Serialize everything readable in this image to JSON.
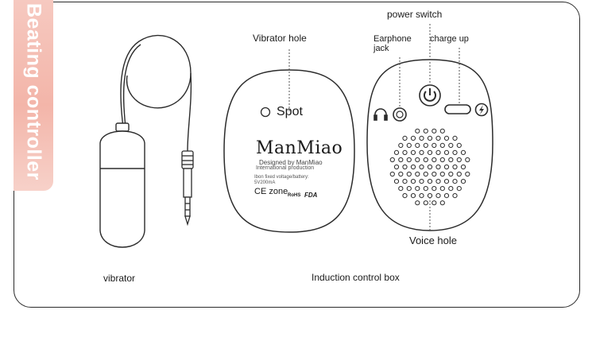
{
  "title": "Beating controller",
  "labels": {
    "power_switch": "power switch",
    "vibrator_hole": "Vibrator hole",
    "earphone_jack_line1": "Earphone",
    "earphone_jack_line2": "jack",
    "charge_up": "charge up",
    "voice_hole": "Voice hole",
    "vibrator": "vibrator",
    "induction_control_box": "Induction control box"
  },
  "front_panel": {
    "spot": "Spot",
    "brand": "ManMiao",
    "designed_by": "Designed by ManMiao",
    "intl_production": "International production",
    "rated_voltage": "Ibon fixed voltage/battery:",
    "voltage_value": "5V200mA",
    "ce_zone": "CE zone",
    "cert_rohs": "RoHS",
    "cert_fda": "FDA"
  },
  "colors": {
    "tag_background": "#f3b5a9",
    "tag_text": "#ffffff",
    "line": "#2b2b2b"
  },
  "icons": [
    "headphone-icon",
    "power-icon",
    "lightning-bolt-icon"
  ]
}
